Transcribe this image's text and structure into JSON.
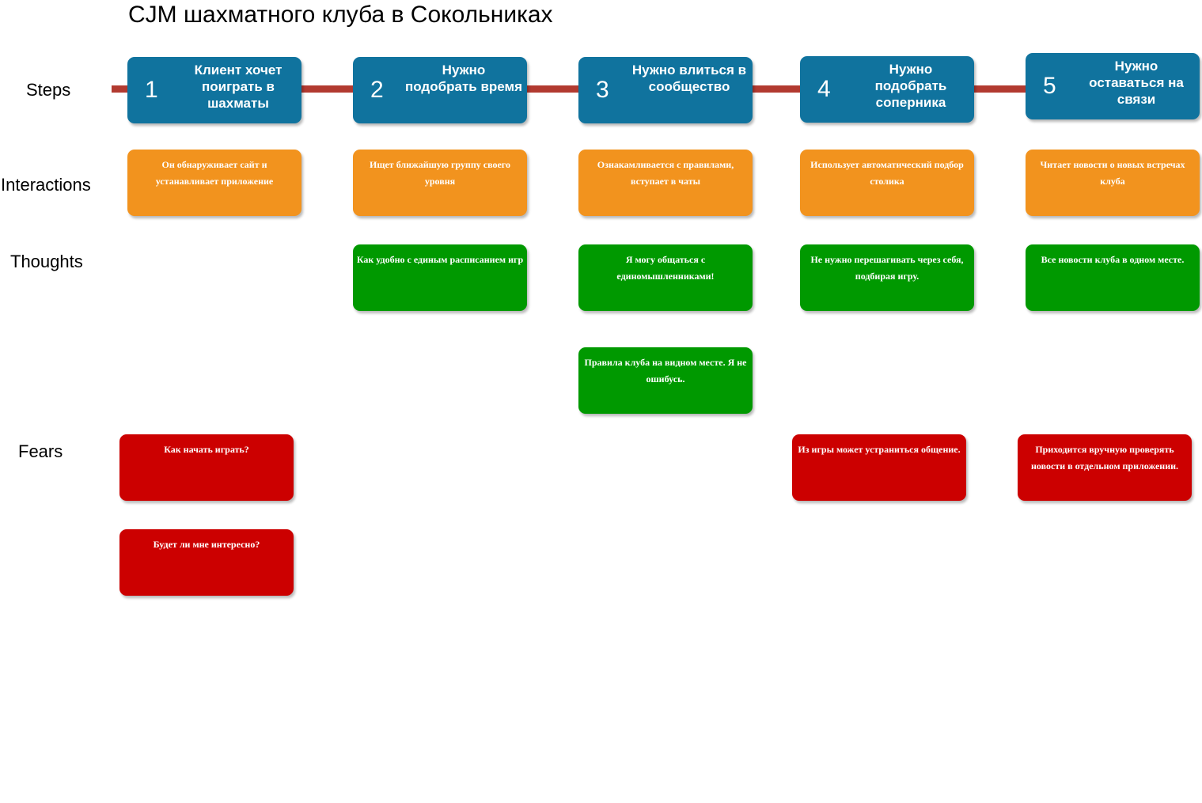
{
  "title": "CJM шахматного клуба в Сокольниках",
  "row_labels": {
    "steps": "Steps",
    "interactions": "Interactions",
    "thoughts": "Thoughts",
    "fears": "Fears"
  },
  "colors": {
    "step": "#10739e",
    "interaction": "#f2931e",
    "thought": "#009900",
    "fear": "#cc0000",
    "timeline": "#b23a30"
  },
  "steps": [
    {
      "num": "1",
      "label": "Клиент хочет поиграть в шахматы"
    },
    {
      "num": "2",
      "label": "Нужно подобрать время"
    },
    {
      "num": "3",
      "label": "Нужно влиться в сообщество"
    },
    {
      "num": "4",
      "label": "Нужно подобрать соперника"
    },
    {
      "num": "5",
      "label": "Нужно оставаться на связи"
    }
  ],
  "interactions": [
    "Он обнаруживает сайт и устанавливает приложение",
    "Ищет ближайшую группу своего уровня",
    "Ознакамливается с правилами, вступает в чаты",
    "Использует автоматический подбор столика",
    "Читает новости о новых встречах клуба"
  ],
  "thoughts": [
    "Как удобно с единым расписанием игр",
    "Я могу общаться с единомышленниками!",
    "Правила клуба на видном месте. Я не ошибусь.",
    "Не нужно перешагивать через себя, подбирая игру.",
    "Все новости клуба в одном месте."
  ],
  "fears": [
    "Как начать играть?",
    "Будет ли мне интересно?",
    "Из игры может устраниться общение.",
    "Приходится вручную проверять новости в отдельном приложении."
  ]
}
